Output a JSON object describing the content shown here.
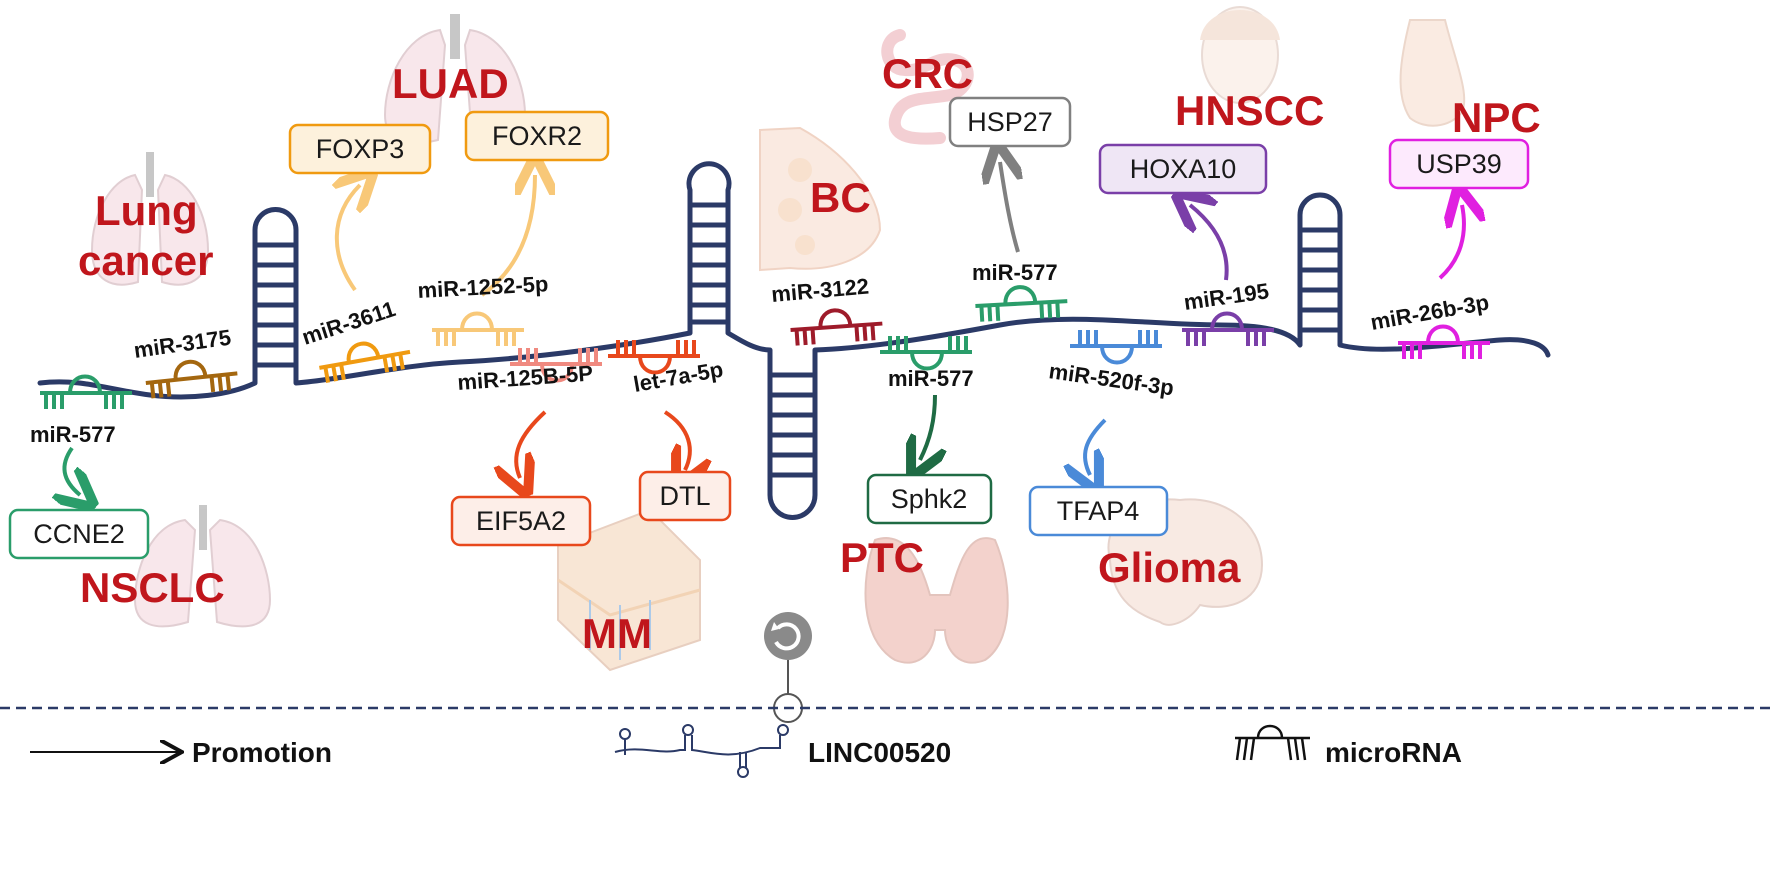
{
  "colors": {
    "backbone": "#2b3a67",
    "cancer_label": "#c0161c",
    "green": "#2a9d6a",
    "brown": "#a4670f",
    "orange": "#f09a10",
    "light_orange": "#f8c878",
    "salmon": "#f08a80",
    "red_orange": "#e8481c",
    "dark_red": "#9e1b2a",
    "dark_green": "#1f6b44",
    "blue": "#4a8ad8",
    "purple": "#7a3fa8",
    "magenta": "#e020e0",
    "gray": "#808080"
  },
  "cancers": {
    "lung_cancer_line1": "Lung",
    "lung_cancer_line2": "cancer",
    "luad": "LUAD",
    "nsclc": "NSCLC",
    "mm": "MM",
    "bc": "BC",
    "crc": "CRC",
    "ptc": "PTC",
    "glioma": "Glioma",
    "hnscc": "HNSCC",
    "npc": "NPC"
  },
  "mirnas": {
    "m577_left": "miR-577",
    "m3175": "miR-3175",
    "m3611": "miR-3611",
    "m1252": "miR-1252-5p",
    "m125b": "miR-125B-5P",
    "let7a": "let-7a-5p",
    "m3122": "miR-3122",
    "m577_ptc": "miR-577",
    "m577_crc": "miR-577",
    "m520f": "miR-520f-3p",
    "m195": "miR-195",
    "m26b": "miR-26b-3p"
  },
  "genes": {
    "ccne2": "CCNE2",
    "foxp3": "FOXP3",
    "foxr2": "FOXR2",
    "eif5a2": "EIF5A2",
    "dtl": "DTL",
    "hsp27": "HSP27",
    "sphk2": "Sphk2",
    "tfap4": "TFAP4",
    "hoxa10": "HOXA10",
    "usp39": "USP39"
  },
  "legend": {
    "promotion": "Promotion",
    "lnc": "LINC00520",
    "microrna": "microRNA"
  },
  "icons": [
    "lung-icon",
    "breast-icon",
    "intestine-icon",
    "face-icon",
    "nose-icon",
    "skin-icon",
    "thyroid-icon",
    "brain-icon",
    "circular-rna-icon"
  ]
}
